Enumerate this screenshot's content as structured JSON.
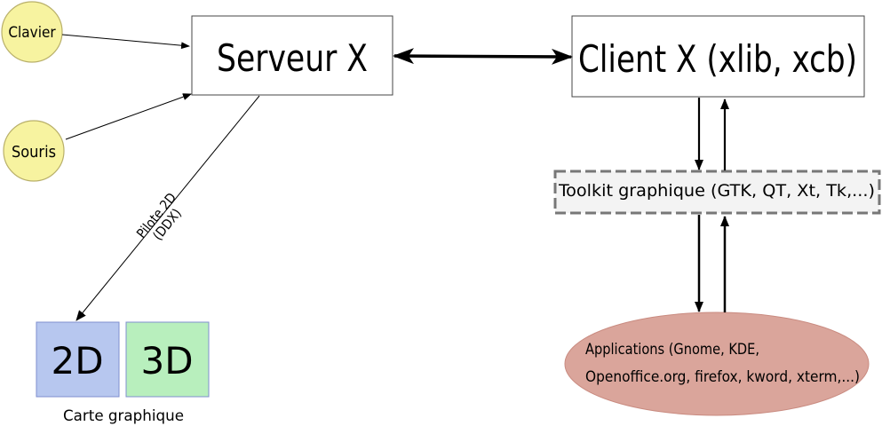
{
  "nodes": {
    "keyboard": "Clavier",
    "mouse": "Souris",
    "server": "Serveur X",
    "client": "Client X (xlib, xcb)",
    "toolkit": "Toolkit graphique (GTK, QT, Xt, Tk,...)",
    "applications_line1": "Applications (Gnome, KDE,",
    "applications_line2": "Openoffice.org, firefox, kword, xterm,...)",
    "card_2d": "2D",
    "card_3d": "3D",
    "card_caption": "Carte graphique"
  },
  "edges": {
    "driver_line1": "Pilote 2D",
    "driver_line2": "(DDX)"
  },
  "colors": {
    "input_device_fill": "#f7f3a0",
    "input_device_stroke": "#b9b06a",
    "card_2d_fill": "#b7c7ef",
    "card_3d_fill": "#b8efbd",
    "card_stroke": "#7f8fcf",
    "applications_fill": "#daa59b",
    "toolkit_fill": "#f3f3f3",
    "toolkit_stroke": "#777777",
    "box_stroke": "#444444"
  }
}
